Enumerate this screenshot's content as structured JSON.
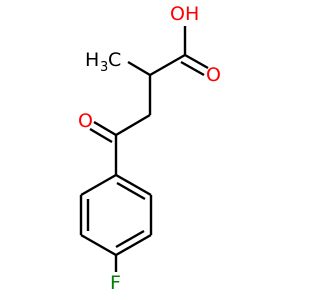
{
  "molecule": {
    "labels": {
      "hydroxyl": "OH",
      "acid_oxygen": "O",
      "methyl_main": "H",
      "methyl_sub": "3",
      "methyl_tail": "C",
      "ketone_oxygen": "O",
      "fluorine": "F"
    },
    "colors": {
      "bond": "#000000",
      "oxygen": "#ff0000",
      "fluorine": "#008000",
      "carbon": "#000000",
      "background": "#ffffff"
    }
  }
}
